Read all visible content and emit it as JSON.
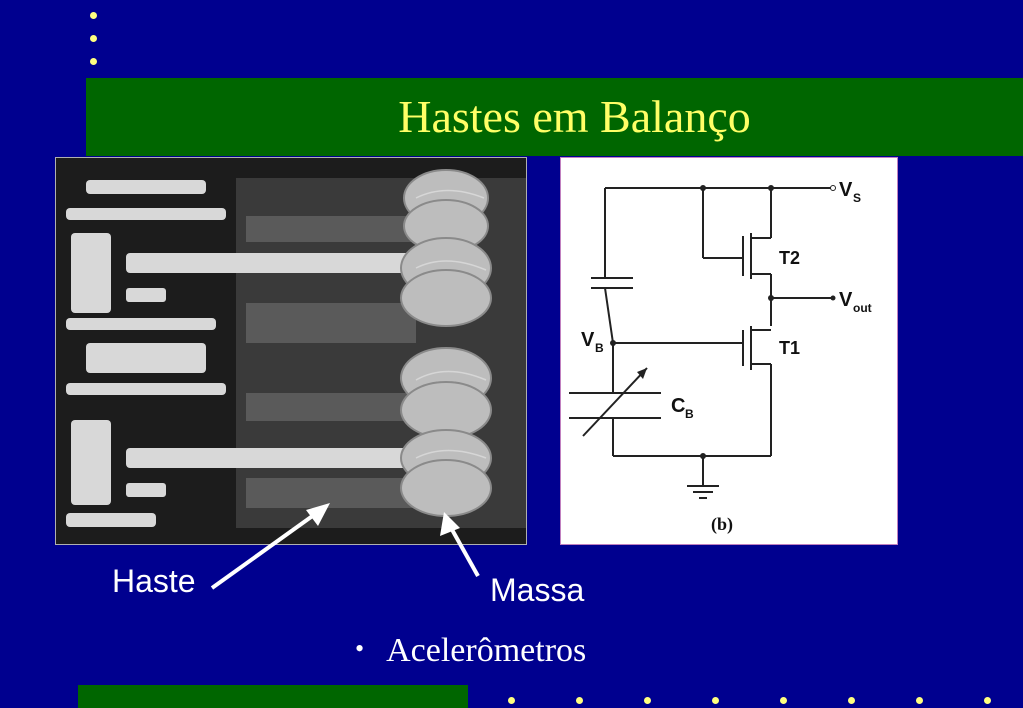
{
  "slide": {
    "title": "Hastes em Balanço",
    "bullet": "Acelerômetros",
    "bullet_marker": "•"
  },
  "annotations": {
    "haste": "Haste",
    "massa": "Massa"
  },
  "circuit": {
    "vs": "V",
    "vs_sub": "S",
    "vout": "V",
    "vout_sub": "out",
    "vb": "V",
    "vb_sub": "B",
    "cb": "C",
    "cb_sub": "B",
    "t1": "T1",
    "t2": "T2",
    "caption": "(b)"
  },
  "colors": {
    "background": "#00008f",
    "title_bar": "#006600",
    "title_text": "#ffff66",
    "dots": "#ffff80"
  }
}
